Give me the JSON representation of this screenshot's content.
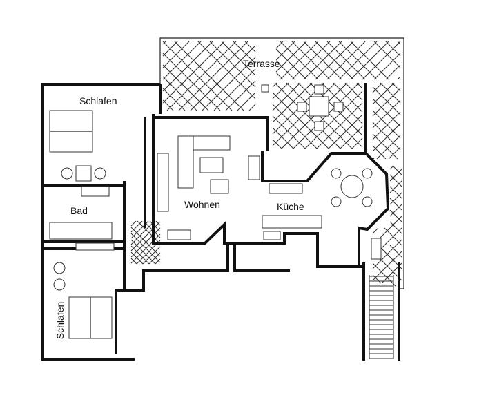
{
  "rooms": {
    "terrace": "Terrasse",
    "bedroom_top": "Schlafen",
    "bath": "Bad",
    "living": "Wohnen",
    "kitchen": "Küche",
    "bedroom_bottom": "Schlafen"
  },
  "colors": {
    "ink": "#111111",
    "paper": "#ffffff"
  }
}
